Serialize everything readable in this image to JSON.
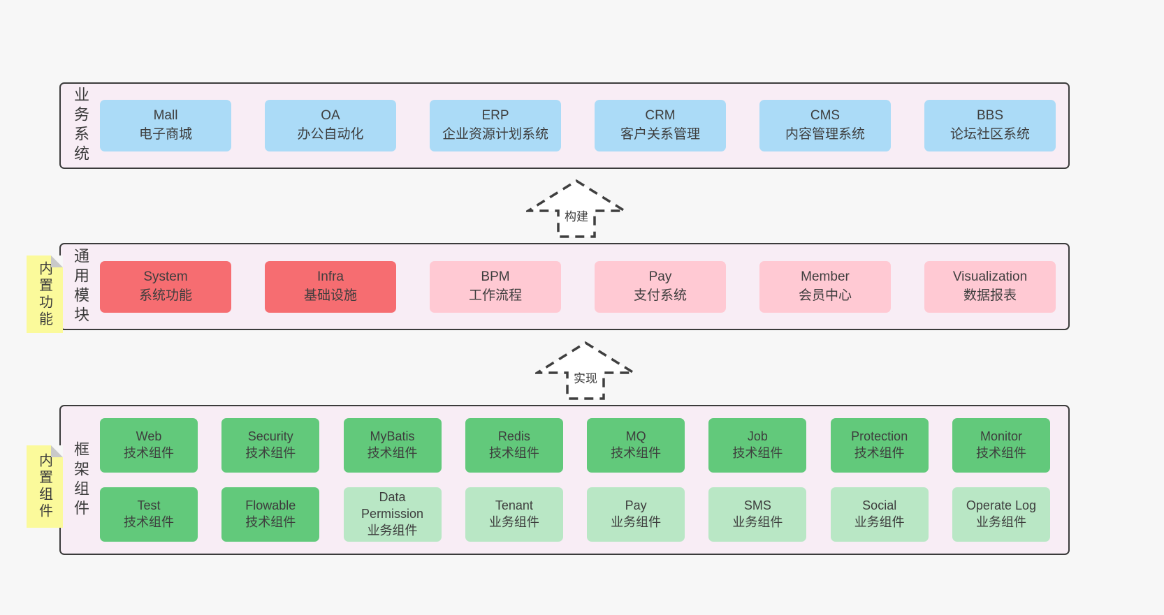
{
  "colors": {
    "page_background": "#f7f7f7",
    "band_background": "#f8edf5",
    "band_border": "#3b3b3b",
    "blue_box": "#abdbf7",
    "red_box": "#f66d71",
    "pink_box": "#ffc9d3",
    "green_dark_box": "#62c97b",
    "green_light_box": "#b9e7c5",
    "sticky_yellow": "#fbfa9b",
    "text": "#3d3d3d"
  },
  "arrows": [
    {
      "label": "构建"
    },
    {
      "label": "实现"
    }
  ],
  "bands": [
    {
      "label": "业务系统",
      "boxes": [
        {
          "title": "Mall",
          "subtitle": "电子商城"
        },
        {
          "title": "OA",
          "subtitle": "办公自动化"
        },
        {
          "title": "ERP",
          "subtitle": "企业资源计划系统"
        },
        {
          "title": "CRM",
          "subtitle": "客户关系管理"
        },
        {
          "title": "CMS",
          "subtitle": "内容管理系统"
        },
        {
          "title": "BBS",
          "subtitle": "论坛社区系统"
        }
      ]
    },
    {
      "label": "通用模块",
      "sticky": "内置功能",
      "boxes": [
        {
          "title": "System",
          "subtitle": "系统功能"
        },
        {
          "title": "Infra",
          "subtitle": "基础设施"
        },
        {
          "title": "BPM",
          "subtitle": "工作流程"
        },
        {
          "title": "Pay",
          "subtitle": "支付系统"
        },
        {
          "title": "Member",
          "subtitle": "会员中心"
        },
        {
          "title": "Visualization",
          "subtitle": "数据报表"
        }
      ]
    },
    {
      "label": "框架组件",
      "sticky": "内置组件",
      "rows": [
        [
          {
            "title": "Web",
            "subtitle": "技术组件"
          },
          {
            "title": "Security",
            "subtitle": "技术组件"
          },
          {
            "title": "MyBatis",
            "subtitle": "技术组件"
          },
          {
            "title": "Redis",
            "subtitle": "技术组件"
          },
          {
            "title": "MQ",
            "subtitle": "技术组件"
          },
          {
            "title": "Job",
            "subtitle": "技术组件"
          },
          {
            "title": "Protection",
            "subtitle": "技术组件"
          },
          {
            "title": "Monitor",
            "subtitle": "技术组件"
          }
        ],
        [
          {
            "title": "Test",
            "subtitle": "技术组件"
          },
          {
            "title": "Flowable",
            "subtitle": "技术组件"
          },
          {
            "title": "Data Permission",
            "subtitle": "业务组件"
          },
          {
            "title": "Tenant",
            "subtitle": "业务组件"
          },
          {
            "title": "Pay",
            "subtitle": "业务组件"
          },
          {
            "title": "SMS",
            "subtitle": "业务组件"
          },
          {
            "title": "Social",
            "subtitle": "业务组件"
          },
          {
            "title": "Operate Log",
            "subtitle": "业务组件"
          }
        ]
      ]
    }
  ]
}
